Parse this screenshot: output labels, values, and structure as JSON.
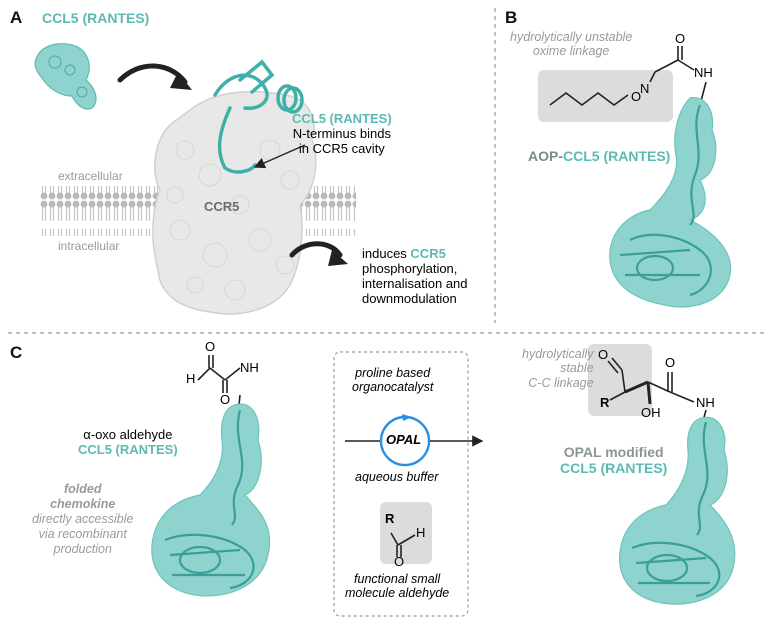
{
  "panels": {
    "a": "A",
    "b": "B",
    "c": "C"
  },
  "panel_a": {
    "ccl5_label": "CCL5 (RANTES)",
    "extracellular": "extracellular",
    "intracellular": "intracellular",
    "ccr5_label": "CCR5",
    "binding_title": "CCL5 (RANTES)",
    "binding_line1": "N-terminus binds",
    "binding_line2": "in CCR5 cavity",
    "induces_pre": "induces ",
    "induces_ccr5": "CCR5",
    "induces_line2": "phosphorylation,",
    "induces_line3": "internalisation and",
    "induces_line4": "downmodulation"
  },
  "panel_b": {
    "note_line1": "hydrolytically unstable",
    "note_line2": "oxime linkage",
    "atom_o": "O",
    "atom_nh": "NH",
    "atom_n": "N",
    "label_prefix": "AOP-",
    "label_protein": "CCL5 (RANTES)"
  },
  "panel_c": {
    "atom_h": "H",
    "atom_o": "O",
    "atom_nh": "NH",
    "aldehyde_label": "α-oxo aldehyde",
    "protein_label": "CCL5 (RANTES)",
    "folded_line1": "folded",
    "folded_line2": "chemokine",
    "folded_line3": "directly accessible",
    "folded_line4": "via recombinant",
    "folded_line5": "production",
    "catalyst_line1": "proline based",
    "catalyst_line2": "organocatalyst",
    "opal": "OPAL",
    "buffer": "aqueous buffer",
    "aldehyde_r": "R",
    "aldehyde_h": "H",
    "aldehyde_o": "O",
    "small_line1": "functional small",
    "small_line2": "molecule aldehyde",
    "stable_line1": "hydrolytically",
    "stable_line2": "stable",
    "stable_line3": "C-C linkage",
    "prod_o": "O",
    "prod_r": "R",
    "prod_oh": "OH",
    "prod_nh": "NH",
    "modified_line1": "OPAL modified",
    "modified_line2": "CCL5 (RANTES)"
  },
  "colors": {
    "teal": "#5bbab3",
    "protein_fill": "#8fd3ce",
    "membrane": "#b8b8b8",
    "receptor": "#e8e8e8"
  }
}
